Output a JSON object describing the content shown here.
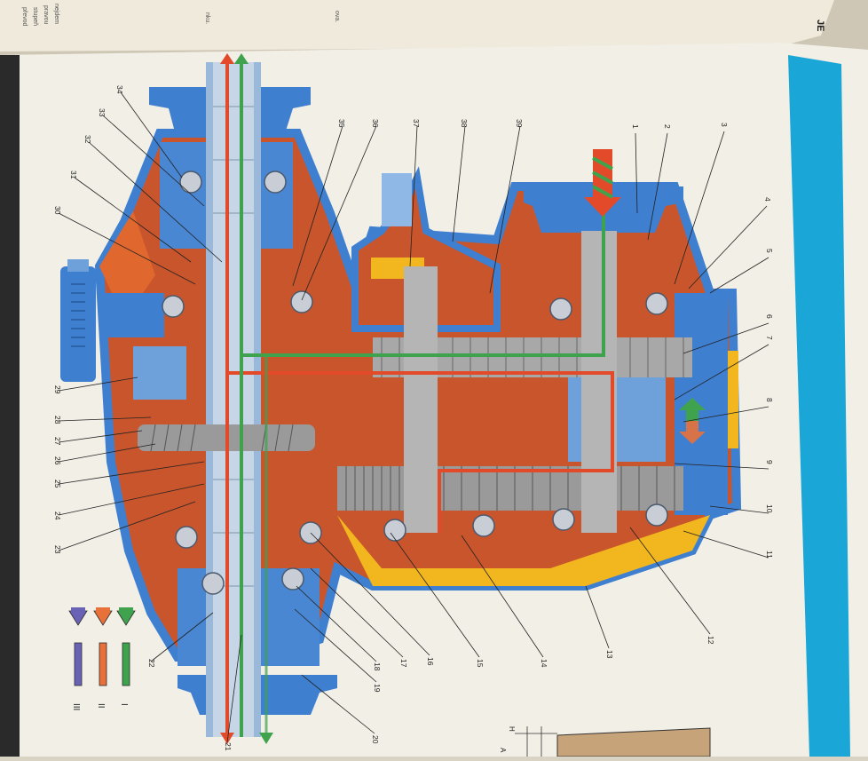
{
  "top_page": {
    "margin_text": [
      "nejdem",
      "pravou",
      "stupeň",
      "převod",
      "ova.",
      "nku."
    ],
    "corner_text": "JE"
  },
  "callouts": {
    "1": "1",
    "2": "2",
    "3": "3",
    "4": "4",
    "5": "5",
    "6": "6",
    "7": "7",
    "8": "8",
    "9": "9",
    "10": "10",
    "11": "11",
    "12": "12",
    "13": "13",
    "14": "14",
    "15": "15",
    "16": "16",
    "17": "17",
    "18": "18",
    "19": "19",
    "20": "20",
    "21": "21",
    "22": "22",
    "23": "23",
    "24": "24",
    "25": "25",
    "26": "26",
    "27": "27",
    "28": "28",
    "29": "29",
    "30": "30",
    "31": "31",
    "32": "32",
    "33": "33",
    "34": "34",
    "35": "35",
    "36": "36",
    "37": "37",
    "38": "38",
    "39": "39"
  },
  "legend": [
    {
      "roman": "I",
      "color": "#3fa34d"
    },
    {
      "roman": "II",
      "color": "#e8713a"
    },
    {
      "roman": "III",
      "color": "#6a63b5"
    }
  ],
  "detail": {
    "label_h": "H",
    "label_a": "A"
  },
  "colors": {
    "housing": "#3f7fd0",
    "housing_light": "#8fb8e6",
    "oil": "#c8552c",
    "flow_green": "#3fa34d",
    "flow_red": "#e24a2a",
    "accent_bar": "#1aa6d6",
    "yellow": "#f2b61e",
    "page": "#f1efe6"
  }
}
